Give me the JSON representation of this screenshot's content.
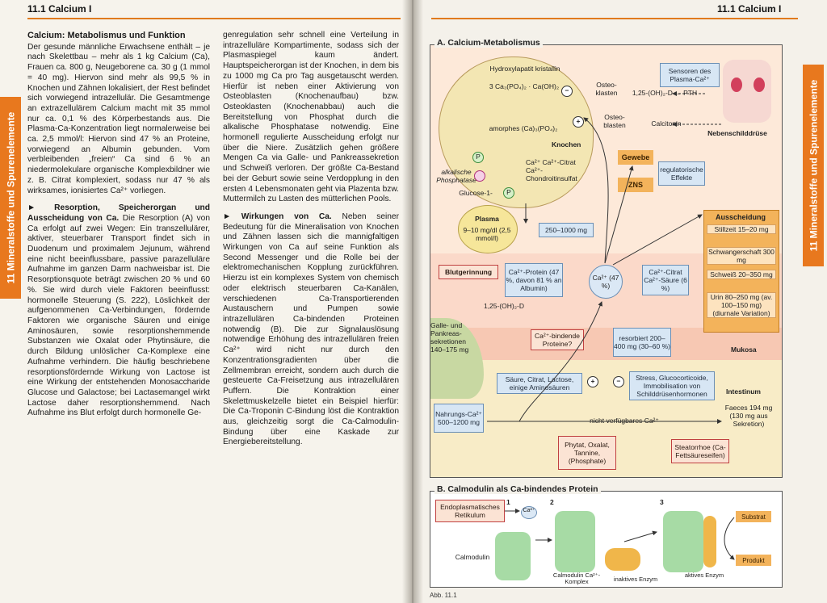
{
  "left_page": {
    "running_head": "11.1 Calcium I",
    "side_tab": "11 Mineralstoffe und Spurenelemente",
    "heading": "Calcium: Metabolismus und Funktion",
    "para1": "Der gesunde männliche Erwachsene enthält – je nach Skelettbau – mehr als 1 kg Calcium (Ca), Frauen ca. 800 g, Neugeborene ca. 30 g (1 mmol = 40 mg). Hiervon sind mehr als 99,5 % in Knochen und Zähnen lokalisiert, der Rest befindet sich vorwiegend intrazellulär. Die Gesamtmenge an extrazellulärem Calcium macht mit 35 mmol nur ca. 0,1 % des Körperbestands aus. Die Plasma-Ca-Konzentration liegt normalerweise bei ca. 2,5 mmol/l: Hiervon sind 47 % an Proteine, vorwiegend an Albumin gebunden. Vom verbleibenden „freien“ Ca sind 6 % an niedermolekulare organische Komplexbildner wie z. B. Citrat komplexiert, sodass nur 47 % als wirksames, ionisiertes Ca²⁺ vorliegen.",
    "sub1_title": "► Resorption, Speicherorgan und Ausscheidung von Ca.",
    "sub1_text": "Die Resorption (A) von Ca erfolgt auf zwei Wegen: Ein transzellulärer, aktiver, steuerbarer Transport findet sich in Duodenum und proximalem Jejunum, während eine nicht beeinflussbare, passive parazelluläre Aufnahme im ganzen Darm nachweisbar ist. Die Resorptionsquote beträgt zwischen 20 % und 60 %. Sie wird durch viele Faktoren beeinflusst: hormonelle Steuerung (S. 222), Löslichkeit der aufgenommenen Ca-Verbindungen, fördernde Faktoren wie organische Säuren und einige Aminosäuren, sowie resorptionshemmende Substanzen wie Oxalat oder Phytinsäure, die durch Bildung unlöslicher Ca-Komplexe eine Aufnahme verhindern. Die häufig beschriebene resorptionsfördernde Wirkung von Lactose ist eine Wirkung der entstehenden Monosaccharide Glucose und Galactose; bei Lactasemangel wirkt Lactose daher resorptionshemmend. Nach Aufnahme ins Blut erfolgt durch hormonelle Ge-",
    "col2_para1": "genregulation sehr schnell eine Verteilung in intrazelluläre Kompartimente, sodass sich der Plasmaspiegel kaum ändert. Hauptspeicherorgan ist der Knochen, in dem bis zu 1000 mg Ca pro Tag ausgetauscht werden. Hierfür ist neben einer Aktivierung von Osteoblasten (Knochenaufbau) bzw. Osteoklasten (Knochenabbau) auch die Bereitstellung von Phosphat durch die alkalische Phosphatase notwendig. Eine hormonell regulierte Ausscheidung erfolgt nur über die Niere. Zusätzlich gehen größere Mengen Ca via Galle- und Pankreassekretion und Schweiß verloren. Der größte Ca-Bestand bei der Geburt sowie seine Verdopplung in den ersten 4 Lebensmonaten geht via Plazenta bzw. Muttermilch zu Lasten des mütterlichen Pools.",
    "sub2_title": "► Wirkungen von Ca.",
    "sub2_text": "Neben seiner Bedeutung für die Mineralisation von Knochen und Zähnen lassen sich die mannigfaltigen Wirkungen von Ca auf seine Funktion als Second Messenger und die Rolle bei der elektromechanischen Kopplung zurückführen. Hierzu ist ein komplexes System von chemisch oder elektrisch steuerbaren Ca-Kanälen, verschiedenen Ca-Transportierenden Austauschern und Pumpen sowie intrazellulären Ca-bindenden Proteinen notwendig (B). Die zur Signalauslösung notwendige Erhöhung des intrazellulären freien Ca²⁺ wird nicht nur durch den Konzentrationsgradienten über die Zellmembran erreicht, sondern auch durch die gesteuerte Ca-Freisetzung aus intrazellulären Puffern. Die Kontraktion einer Skelettmuskelzelle bietet ein Beispiel hierfür: Die Ca-Troponin C-Bindung löst die Kontraktion aus, gleichzeitig sorgt die Ca-Calmodulin-Bindung über eine Kaskade zur Energiebereitstellung."
  },
  "right_page": {
    "running_head": "11.1 Calcium I",
    "side_tab": "11 Mineralstoffe und Spurenelemente",
    "figA_title": "A. Calcium-Metabolismus",
    "figB_title": "B. Calmodulin als Ca-bindendes Protein",
    "caption": "Abb. 11.1",
    "bone": {
      "hydroxyapatit": "Hydroxylapatit kristallin",
      "formula": "3 Ca₃(PO₄)₂ · Ca(OH)₂",
      "amorph": "amorphes (Ca)₃(PO₄)₂",
      "label": "Knochen",
      "citrate": "Ca²⁺ Ca²⁺-Citrat Ca²⁺-Chondroitinsulfat",
      "phosphatase": "alkalische Phosphatase",
      "glucose": "Glucose-1-",
      "P": "P"
    },
    "osteoklasten": "Osteo-klasten",
    "osteoblasten": "Osteo-blasten",
    "vitd_pth": "1,25-(OH)₂-D ← PTH",
    "calcitonin": "Calcitonin",
    "sensor": "Sensoren des Plasma-Ca²⁺",
    "nebenschild": "Nebenschilddrüse",
    "gewebe": "Gewebe",
    "zns": "ZNS",
    "regulatorisch": "regulatorische Effekte",
    "plasma": {
      "title": "Plasma",
      "value": "9–10 mg/dl (2,5 mmol/l)"
    },
    "exchange": "250–1000 mg",
    "blutgerinnung": "Blutgerinnung",
    "ca_protein": "Ca²⁺-Protein (47 %, davon 81 % an Albumin)",
    "ca_free": "Ca²⁺ (47 %)",
    "ca_citrat": "Ca²⁺-Citrat Ca²⁺-Säure (6 %)",
    "ausscheidung": {
      "title": "Ausscheidung",
      "rows": [
        "Stillzeit 15–20 mg",
        "Schwangerschaft 300 mg",
        "Schweiß 20–350 mg",
        "Urin 80–250 mg (av. 100–150 mg) (diurnale Variation)"
      ]
    },
    "vitd_intestine": "1,25-(OH)₂-D",
    "galle": "Galle- und Pankreas-sekretionen 140–175 mg",
    "bind_proteine": "Ca²⁺-bindende Proteine?",
    "resorbiert": "resorbiert 200–400 mg (30–60 %)",
    "mukosa": "Mukosa",
    "foerdernd": "Säure, Citrat, Lactose, einige Aminosäuren",
    "hemmend": "Stress, Glucocorticoide, Immobilisation von Schilddrüsenhormonen",
    "intestinum": "Intestinum",
    "nahrung": "Nahrungs-Ca²⁺ 500–1200 mg",
    "nicht_verfuegbar": "nicht verfügbares Ca²⁺",
    "faeces": "Faeces 194 mg (130 mg aus Sekretion)",
    "phytat": "Phytat, Oxalat, Tannine, (Phosphate)",
    "steatorrhoe": "Steatorrhoe (Ca-Fettsäureseifen)",
    "plus": "+",
    "minus": "−",
    "calmodulin": {
      "er": "Endoplasmatisches Retikulum",
      "calmodulin": "Calmodulin",
      "complex": "Calmodulin Ca²⁺-Komplex",
      "inactive": "inaktives Enzym",
      "active": "aktives Enzym",
      "substrat": "Substrat",
      "produkt": "Produkt",
      "step1": "1",
      "step2": "2",
      "step3": "3",
      "ca": "Ca²⁺"
    }
  }
}
